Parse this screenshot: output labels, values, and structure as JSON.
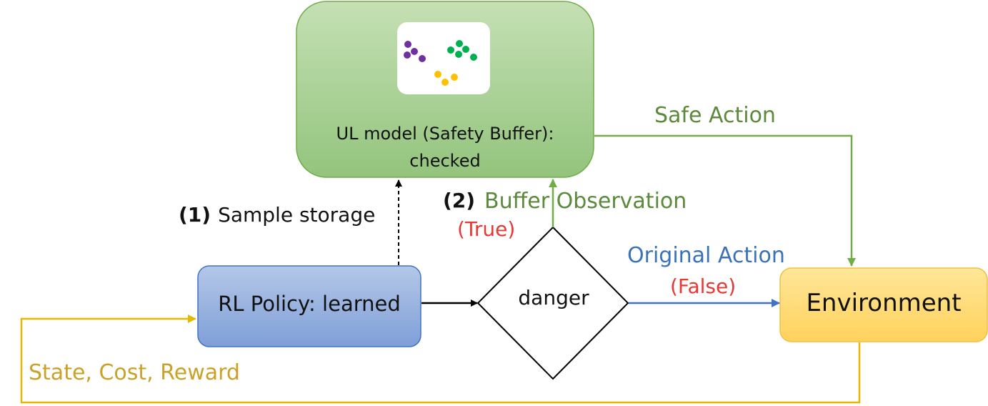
{
  "nodes": {
    "ul_model": {
      "title": "UL model (Safety Buffer):",
      "subtitle": "checked"
    },
    "rl_policy": {
      "title": "RL Policy: learned"
    },
    "danger": {
      "title": "danger"
    },
    "environment": {
      "title": "Environment"
    }
  },
  "edges": {
    "sample_storage": {
      "step": "(1)",
      "label": "Sample storage"
    },
    "buffer_observation": {
      "step": "(2)",
      "label": "Buffer Observation",
      "condition": "(True)"
    },
    "safe_action": {
      "label": "Safe Action"
    },
    "original_action": {
      "label": "Original Action",
      "condition": "(False)"
    },
    "feedback": {
      "label": "State, Cost, Reward"
    }
  },
  "colors": {
    "ul_box": "#a9d18e",
    "rl_box": "#8faadc",
    "env_box": "#ffd966",
    "green_arrow": "#70ad47",
    "blue_arrow": "#4472c4",
    "yellow_arrow": "#e6b800",
    "red_text": "#e53935"
  },
  "cluster_icon": {
    "groups": [
      "purple",
      "green",
      "yellow"
    ]
  }
}
